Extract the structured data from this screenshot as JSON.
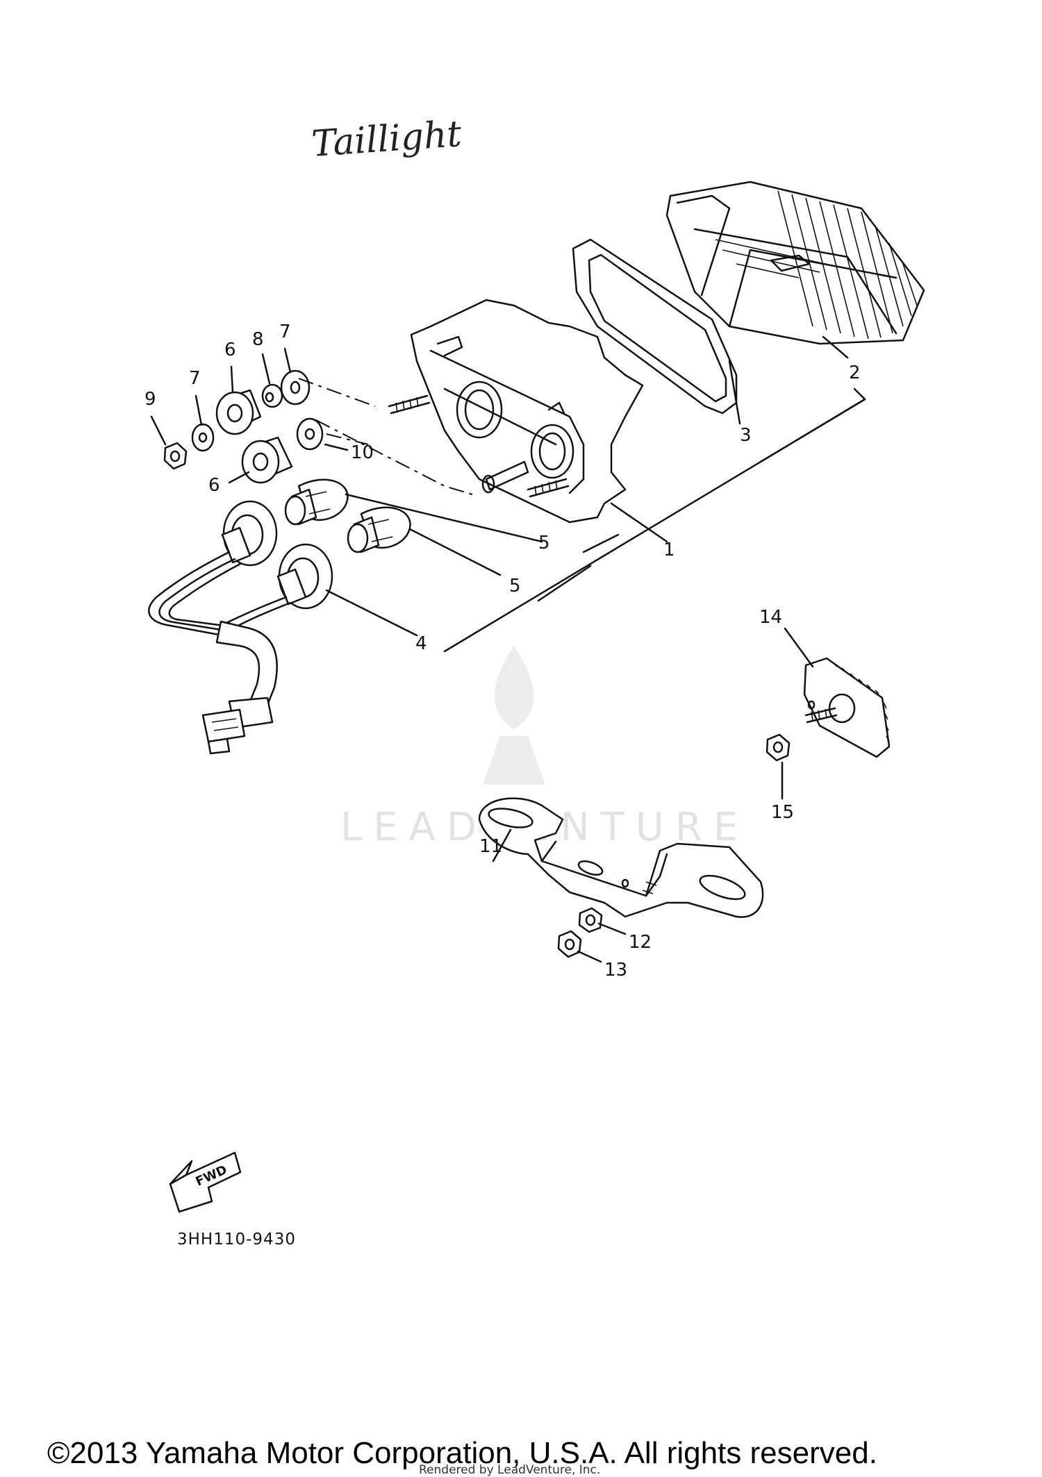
{
  "diagram": {
    "handwritten_title": "Taillight",
    "part_code": "3HH110-9430",
    "fwd_label": "FWD",
    "watermark": "LEADVENTURE",
    "callouts": [
      "1",
      "2",
      "3",
      "4",
      "5",
      "5",
      "6",
      "6",
      "7",
      "7",
      "8",
      "9",
      "10",
      "11",
      "12",
      "13",
      "14",
      "15"
    ]
  },
  "footer": {
    "copyright": "©2013 Yamaha Motor Corporation, U.S.A. All rights reserved.",
    "rendered_by": "Rendered by LeadVenture, Inc."
  }
}
